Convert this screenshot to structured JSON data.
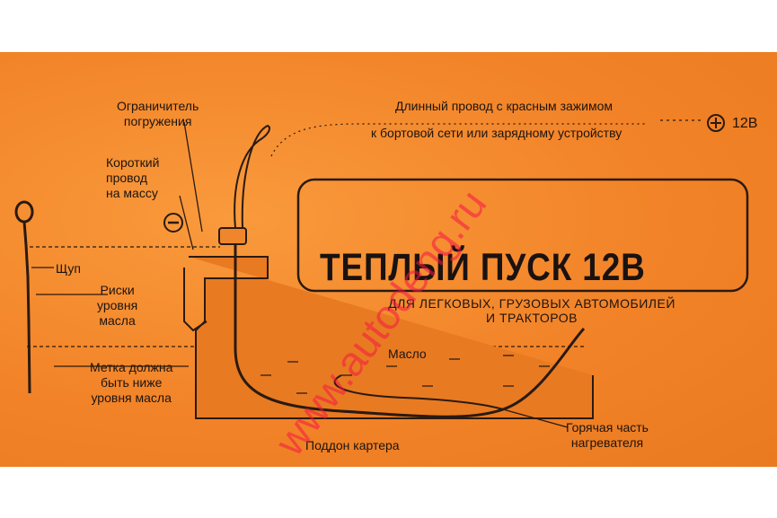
{
  "labels": {
    "long_wire_line1": "Длинный провод с красным зажимом",
    "long_wire_line2": "к бортовой сети или зарядному устройству",
    "plus_voltage": "12В",
    "limiter": "Ограничитель\nпогружения",
    "short_wire": "Короткий\nпровод\nна массу",
    "dipstick": "Щуп",
    "oil_marks": "Риски\nуровня\nмасла",
    "mark_rule": "Метка должна\nбыть ниже\nуровня масла",
    "oil": "Масло",
    "hot_part": "Горячая часть\nнагревателя",
    "oil_pan": "Поддон картера"
  },
  "heading": {
    "title": "ТЕПЛЫЙ ПУСК 12В",
    "subtitle": "ДЛЯ ЛЕГКОВЫХ, ГРУЗОВЫХ АВТОМОБИЛЕЙ\nИ ТРАКТОРОВ"
  },
  "watermark": "www.autodeng.ru",
  "colors": {
    "sheet": "#f4892e",
    "ink": "#1c1410",
    "watermark": "#f51446"
  }
}
